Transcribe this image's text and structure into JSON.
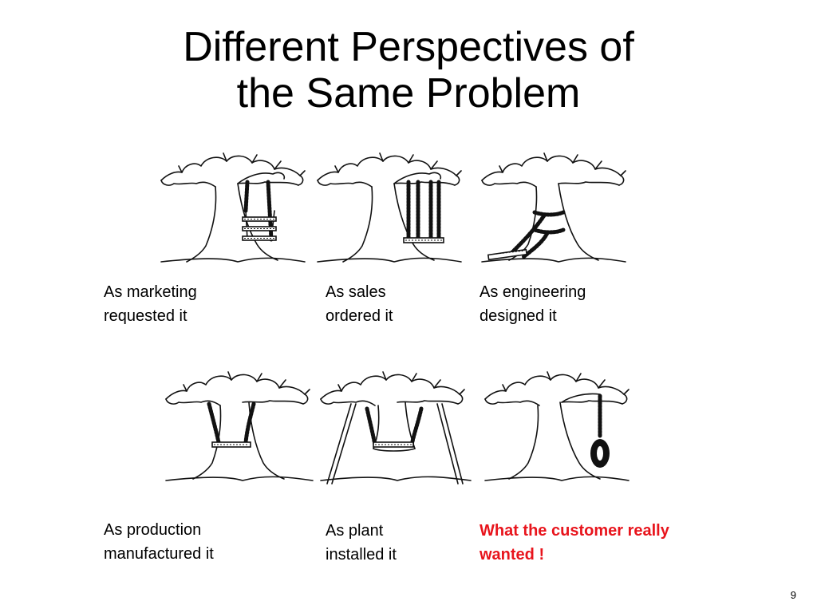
{
  "slide": {
    "title_line1": "Different Perspectives of",
    "title_line2": "the Same Problem",
    "page_number": "9",
    "accent_color": "#e8141c"
  },
  "panels": [
    {
      "id": "marketing",
      "line1": "As marketing",
      "line2": "requested it",
      "icon": "ladder-swing-icon"
    },
    {
      "id": "sales",
      "line1": "As sales",
      "line2": "ordered it",
      "icon": "hanging-rope-swing-icon"
    },
    {
      "id": "engineering",
      "line1": "As engineering",
      "line2": "designed it",
      "icon": "ground-swing-icon"
    },
    {
      "id": "production",
      "line1": "As production",
      "line2": "manufactured it",
      "icon": "trunk-wrapped-swing-icon"
    },
    {
      "id": "plant",
      "line1": "As plant",
      "line2": "installed it",
      "icon": "propped-swing-icon"
    },
    {
      "id": "customer",
      "line1": "What the customer really",
      "line2": "wanted !",
      "icon": "tire-swing-icon"
    }
  ]
}
